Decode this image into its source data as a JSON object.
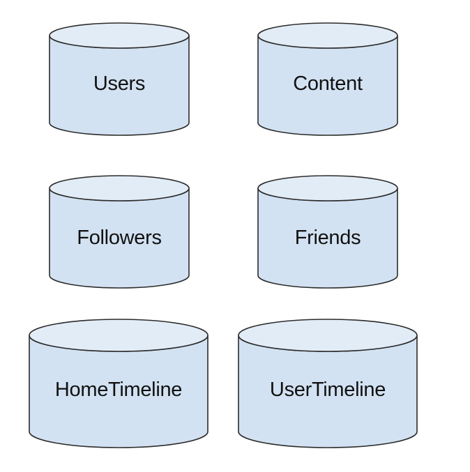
{
  "diagram": {
    "colors": {
      "body": "#d3e2f2",
      "top": "#e2ecf7",
      "outline": "#2b2b2b",
      "text": "#111111"
    },
    "nodes": [
      {
        "id": "users",
        "label": "Users"
      },
      {
        "id": "content",
        "label": "Content"
      },
      {
        "id": "followers",
        "label": "Followers"
      },
      {
        "id": "friends",
        "label": "Friends"
      },
      {
        "id": "home-timeline",
        "label": "HomeTimeline"
      },
      {
        "id": "user-timeline",
        "label": "UserTimeline"
      }
    ]
  }
}
